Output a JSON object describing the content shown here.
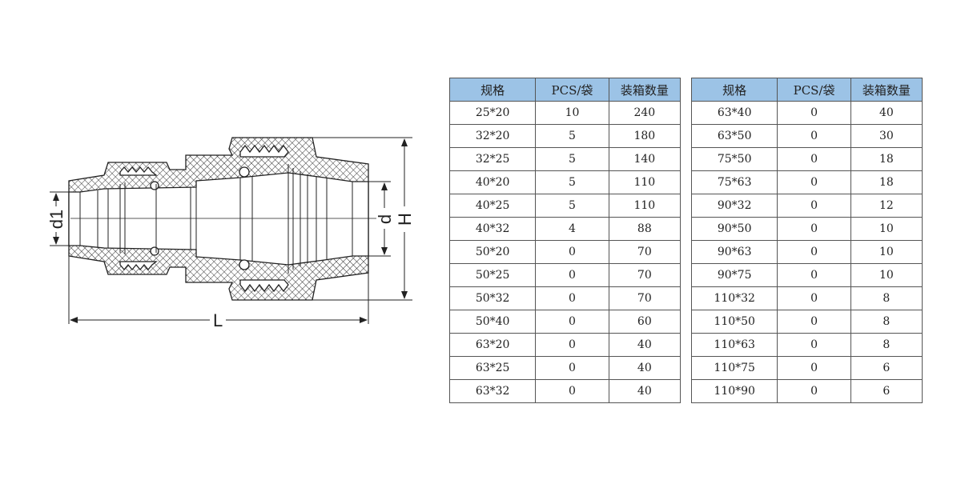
{
  "drawing": {
    "labels": {
      "d1": "d1",
      "d": "d",
      "H": "H",
      "L": "L"
    }
  },
  "tables": {
    "headers": [
      "规格",
      "PCS/袋",
      "装箱数量"
    ],
    "header_color": "#9cc3e6",
    "left": [
      [
        "25*20",
        "10",
        "240"
      ],
      [
        "32*20",
        "5",
        "180"
      ],
      [
        "32*25",
        "5",
        "140"
      ],
      [
        "40*20",
        "5",
        "110"
      ],
      [
        "40*25",
        "5",
        "110"
      ],
      [
        "40*32",
        "4",
        "88"
      ],
      [
        "50*20",
        "0",
        "70"
      ],
      [
        "50*25",
        "0",
        "70"
      ],
      [
        "50*32",
        "0",
        "70"
      ],
      [
        "50*40",
        "0",
        "60"
      ],
      [
        "63*20",
        "0",
        "40"
      ],
      [
        "63*25",
        "0",
        "40"
      ],
      [
        "63*32",
        "0",
        "40"
      ]
    ],
    "right": [
      [
        "63*40",
        "0",
        "40"
      ],
      [
        "63*50",
        "0",
        "30"
      ],
      [
        "75*50",
        "0",
        "18"
      ],
      [
        "75*63",
        "0",
        "18"
      ],
      [
        "90*32",
        "0",
        "12"
      ],
      [
        "90*50",
        "0",
        "10"
      ],
      [
        "90*63",
        "0",
        "10"
      ],
      [
        "90*75",
        "0",
        "10"
      ],
      [
        "110*32",
        "0",
        "8"
      ],
      [
        "110*50",
        "0",
        "8"
      ],
      [
        "110*63",
        "0",
        "8"
      ],
      [
        "110*75",
        "0",
        "6"
      ],
      [
        "110*90",
        "0",
        "6"
      ]
    ]
  }
}
